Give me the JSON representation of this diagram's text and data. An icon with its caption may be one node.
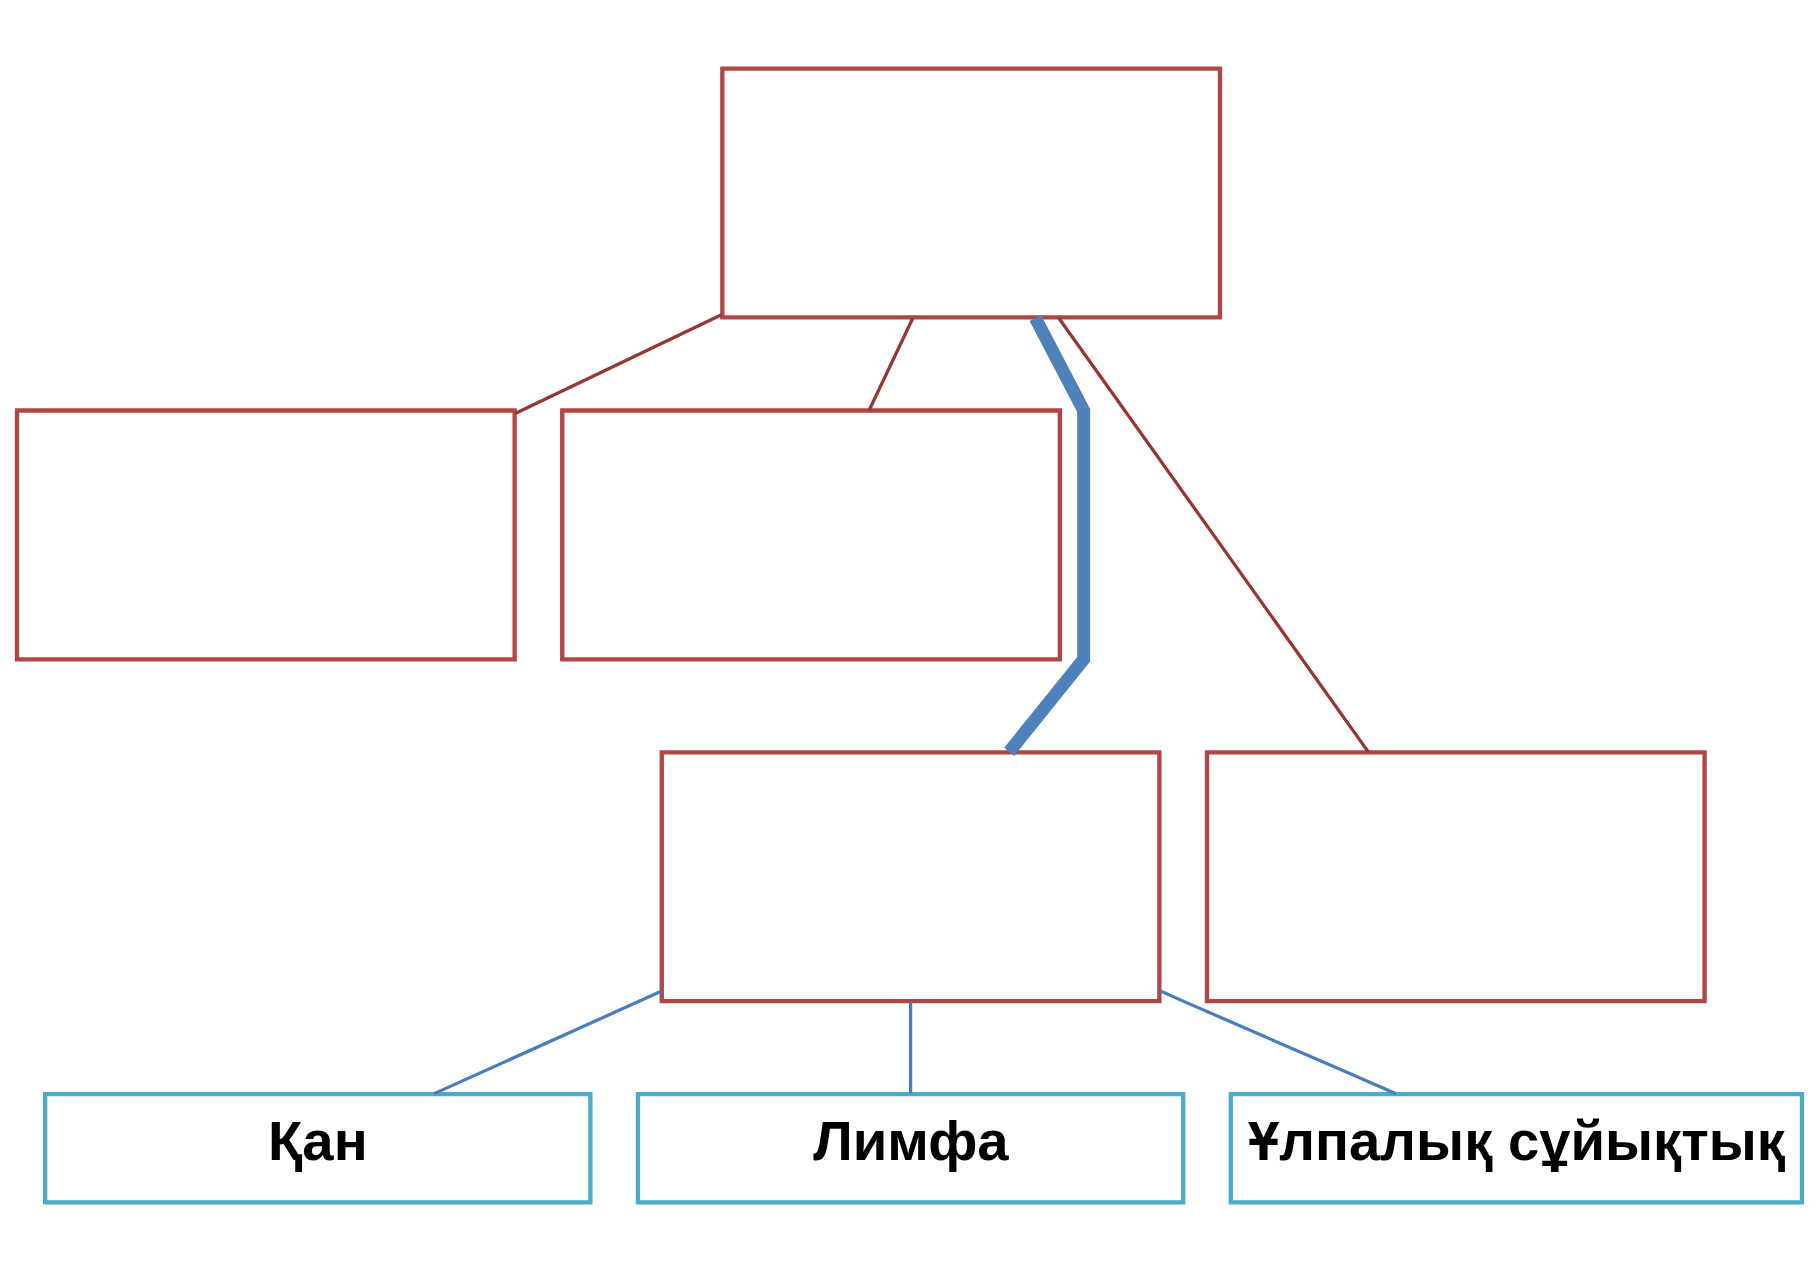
{
  "diagram": {
    "nodes": [
      {
        "text": [],
        "shape": "box"
      },
      {
        "text": [],
        "shape": "box"
      },
      {
        "text": [],
        "shape": "box"
      },
      {
        "text": [],
        "shape": "box"
      },
      {
        "text": [],
        "shape": "box"
      },
      {
        "text": [
          "Қан"
        ]
      },
      {
        "text": [
          "Лимфа"
        ]
      },
      {
        "text": [
          "Ұлпалық сұйықтық"
        ]
      }
    ],
    "edges": [
      {
        "from": 0,
        "to": 1,
        "arrow": "none",
        "color": "#943634"
      },
      {
        "from": 0,
        "to": 2,
        "arrow": "none",
        "color": "#943634"
      },
      {
        "from": 0,
        "to": 3,
        "arrow": "none",
        "style": "thick",
        "color": "#4f81bd"
      },
      {
        "from": 0,
        "to": 4,
        "arrow": "none",
        "color": "#943634"
      },
      {
        "from": 3,
        "to": 5,
        "arrow": "none",
        "color": "#4a7ebb"
      },
      {
        "from": 3,
        "to": 6,
        "arrow": "none",
        "color": "#4a7ebb"
      },
      {
        "from": 3,
        "to": 7,
        "arrow": "none",
        "color": "#4a7ebb"
      }
    ]
  }
}
